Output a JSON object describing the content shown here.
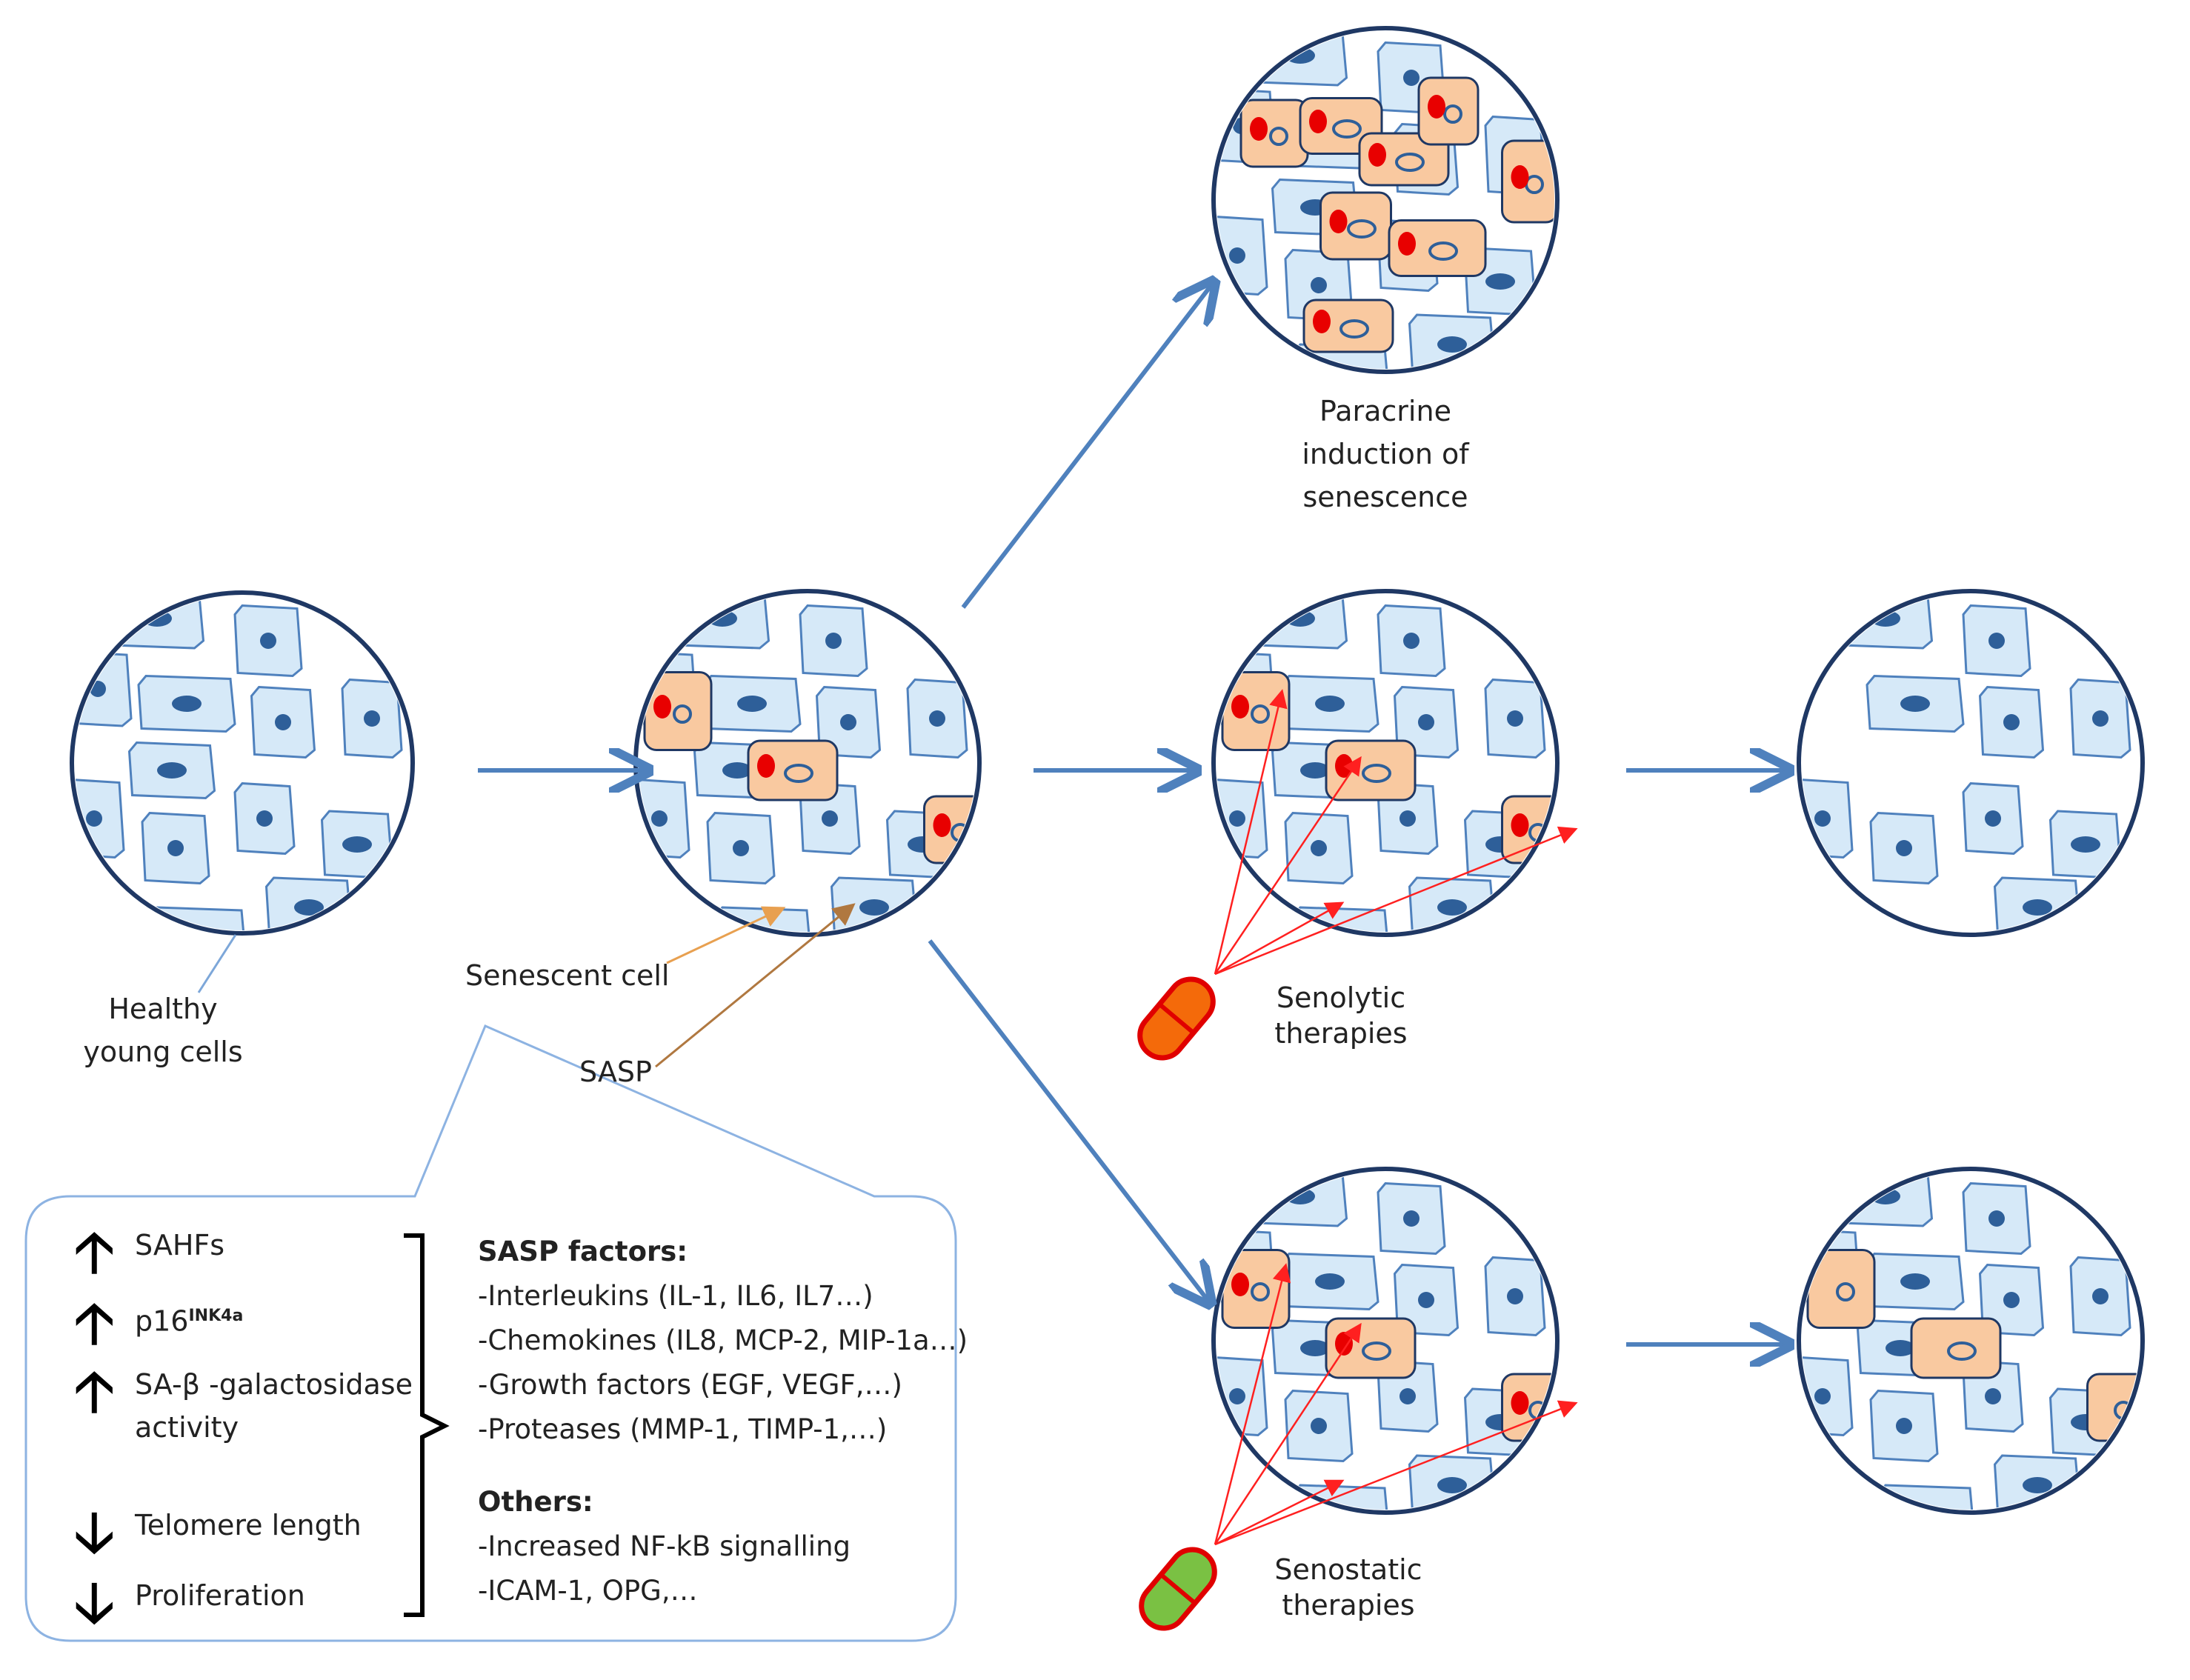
{
  "labels": {
    "healthy": [
      "Healthy",
      "young cells"
    ],
    "senescent_cell": "Senescent cell",
    "sasp": "SASP",
    "paracrine": [
      "Paracrine",
      "induction of",
      "senescence"
    ],
    "senolytic": [
      "Senolytic",
      "therapies"
    ],
    "senostatic": [
      "Senostatic",
      "therapies"
    ]
  },
  "markers": [
    {
      "direction": "up",
      "text": "SAHFs"
    },
    {
      "direction": "up",
      "text": "p16",
      "superscript": "INK4a"
    },
    {
      "direction": "up",
      "text": "SA-β -galactosidase",
      "text2": "activity"
    },
    {
      "direction": "down",
      "text": "Telomere length"
    },
    {
      "direction": "down",
      "text": "Proliferation"
    }
  ],
  "sasp_factors": {
    "heading": "SASP factors:",
    "items": [
      "-Interleukins (IL-1, IL6, IL7…)",
      "-Chemokines (IL8, MCP-2, MIP-1a…)",
      "-Growth factors (EGF, VEGF,…)",
      "-Proteases (MMP-1, TIMP-1,…)"
    ]
  },
  "others": {
    "heading": "Others:",
    "items": [
      "-Increased NF-kB signalling",
      "-ICAM-1, OPG,…"
    ]
  },
  "colors": {
    "healthy_cell_fill": "#d6e9f8",
    "healthy_cell_stroke": "#4f81bd",
    "senescent_cell_fill": "#f9c9a0",
    "circle_stroke": "#1f3864",
    "nucleus": "#2e5f99",
    "sasp_dot": "#e80000",
    "arrow": "#4f81bd",
    "red_arrow": "#ff2020",
    "senolytic_pill": "#f46a0a",
    "senostatic_pill": "#7ac143",
    "callout_stroke": "#8db3e2"
  }
}
